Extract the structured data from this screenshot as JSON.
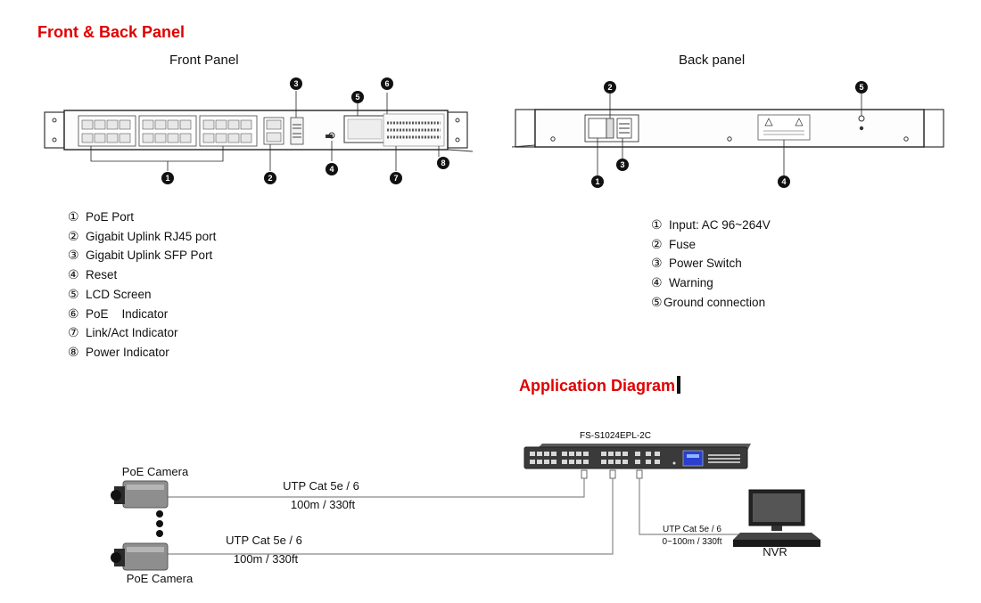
{
  "section_title": "Front & Back Panel",
  "front_panel": {
    "title": "Front Panel",
    "callouts": [
      "1",
      "2",
      "3",
      "4",
      "5",
      "6",
      "7",
      "8"
    ],
    "legend": [
      {
        "num": "①",
        "text": "PoE Port"
      },
      {
        "num": "②",
        "text": "Gigabit Uplink RJ45 port"
      },
      {
        "num": "③",
        "text": "Gigabit Uplink SFP Port"
      },
      {
        "num": "④",
        "text": "Reset"
      },
      {
        "num": "⑤",
        "text": "LCD Screen"
      },
      {
        "num": "⑥",
        "text": "PoE    Indicator"
      },
      {
        "num": "⑦",
        "text": "Link/Act Indicator"
      },
      {
        "num": "⑧",
        "text": "Power Indicator"
      }
    ]
  },
  "back_panel": {
    "title": "Back panel",
    "callouts": [
      "1",
      "2",
      "3",
      "4",
      "5"
    ],
    "legend": [
      {
        "num": "①",
        "text": "Input: AC 96~264V"
      },
      {
        "num": "②",
        "text": "Fuse"
      },
      {
        "num": "③",
        "text": "Power Switch"
      },
      {
        "num": "④",
        "text": "Warning"
      },
      {
        "num": "⑤",
        "text": "Ground connection"
      }
    ]
  },
  "application": {
    "title": "Application Diagram",
    "switch_label": "FS-S1024EPL-2C",
    "camera_top_label": "PoE  Camera",
    "camera_bottom_label": "PoE  Camera",
    "link1_cable": "UTP Cat 5e / 6",
    "link1_distance": "100m / 330ft",
    "link2_cable": "UTP Cat 5e / 6",
    "link2_distance": "100m / 330ft",
    "link3_cable": "UTP Cat 5e / 6",
    "link3_distance": "0~100m / 330ft",
    "nvr_label": "NVR"
  },
  "colors": {
    "title_red": "#e00000",
    "device_gray": "#3a3a3a",
    "lcd_blue": "#2a3fd0"
  }
}
